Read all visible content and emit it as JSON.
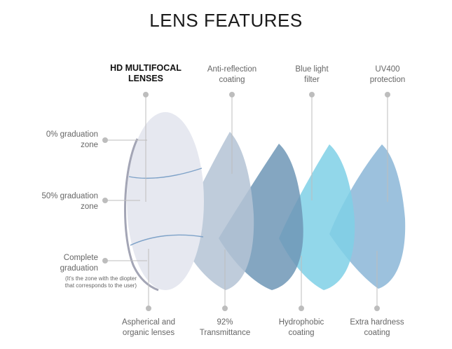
{
  "title": "LENS FEATURES",
  "top_labels": {
    "hd_line1": "HD MULTIFOCAL",
    "hd_line2": "LENSES",
    "anti_line1": "Anti-reflection",
    "anti_line2": "coating",
    "blue_line1": "Blue light",
    "blue_line2": "filter",
    "uv_line1": "UV400",
    "uv_line2": "protection"
  },
  "left_labels": {
    "zone0_line1": "0% graduation",
    "zone0_line2": "zone",
    "zone50_line1": "50% graduation",
    "zone50_line2": "zone",
    "complete_line1": "Complete",
    "complete_line2": "graduation",
    "complete_note1": "(It's the zone with the diopter",
    "complete_note2": "that corresponds to the user)"
  },
  "bottom_labels": {
    "asph_line1": "Aspherical and",
    "asph_line2": "organic lenses",
    "trans_line1": "92%",
    "trans_line2": "Transmittance",
    "hydro_line1": "Hydrophobic",
    "hydro_line2": "coating",
    "hard_line1": "Extra hardness",
    "hard_line2": "coating"
  },
  "colors": {
    "lens_main": "#e6e8f0",
    "lens_edge": "#a3a5b5",
    "anti_layer": "#b4c3d5",
    "blue_layer": "#6f97b6",
    "hydro_layer": "#7fd0e6",
    "hard_layer": "#8eb8d8",
    "zone_line": "#7ea2c8",
    "pointer": "#bdbdbd"
  }
}
